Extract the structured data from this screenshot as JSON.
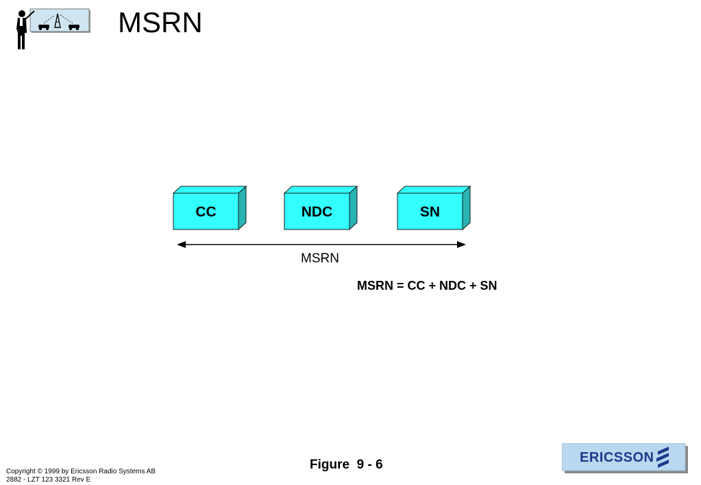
{
  "slide": {
    "title": "MSRN"
  },
  "diagram": {
    "boxes": [
      {
        "label": "CC"
      },
      {
        "label": "NDC"
      },
      {
        "label": "SN"
      }
    ],
    "span_label": "MSRN",
    "formula": "MSRN = CC + NDC + SN",
    "box_face_color": "#33ffff",
    "box_side_color": "#29b3b3"
  },
  "footer": {
    "figure_caption": "Figure  9 - 6",
    "copyright_line1": "Copyright © 1999 by Ericsson Radio Systems AB",
    "copyright_line2": "2882 - LZT 123 3321 Rev E"
  },
  "logo": {
    "text": "ERICSSON",
    "text_color": "#1c3a8c",
    "bg_color": "#b9d8ef"
  },
  "icons": {
    "presenter": "presenter-with-radio-network-icon"
  }
}
